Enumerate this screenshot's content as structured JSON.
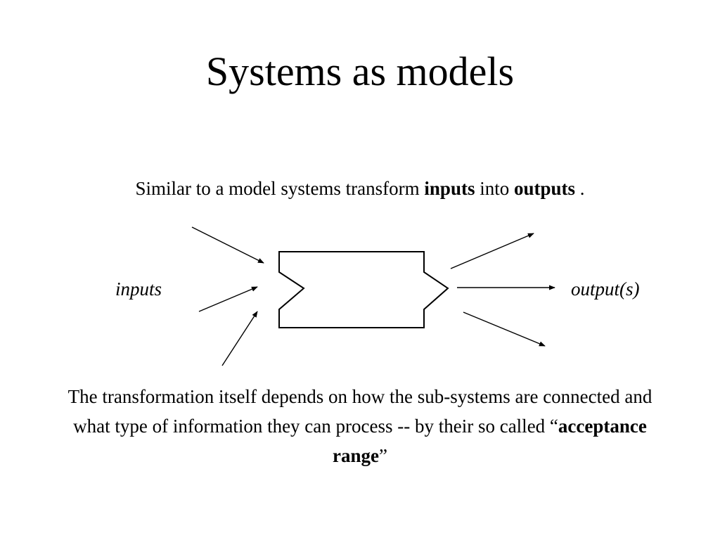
{
  "slide": {
    "title": "Systems as models",
    "intro": {
      "prefix": "Similar to a model systems transform ",
      "term1": "inputs",
      "middle": " into ",
      "term2": "outputs",
      "suffix": " ."
    },
    "diagram": {
      "label_inputs": "inputs",
      "label_outputs": "output(s)",
      "input_arrow_count": 3,
      "output_arrow_count": 3
    },
    "body": {
      "prefix": "The transformation itself depends on how the sub-systems are connected and what type of information they can process -- by their so called “",
      "term": "acceptance range",
      "suffix": "”"
    },
    "colors": {
      "background": "#ffffff",
      "ink": "#000000"
    }
  }
}
